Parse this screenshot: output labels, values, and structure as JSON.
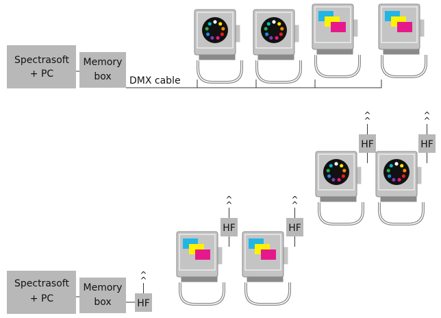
{
  "top_setup": {
    "source_label_line1": "Spectrasoft",
    "source_label_line2": "+ PC",
    "memory_label_line1": "Memory",
    "memory_label_line2": "box",
    "cable_label": "DMX cable",
    "fixtures": [
      "color-wheel",
      "color-wheel",
      "cmy-filters",
      "cmy-filters"
    ]
  },
  "bottom_setup": {
    "source_label_line1": "Spectrasoft",
    "source_label_line2": "+ PC",
    "memory_label_line1": "Memory",
    "memory_label_line2": "box",
    "hf_label": "HF",
    "antenna_symbol": "^",
    "fixtures": [
      "cmy-filters",
      "cmy-filters",
      "color-wheel",
      "color-wheel"
    ]
  },
  "colors": {
    "box_fill": "#b8b8b8",
    "fixture_body": "#c4c4c4",
    "fixture_dark": "#8a8a8a",
    "fixture_line": "#ffffff",
    "lens_black": "#111111",
    "cyan": "#22b5e6",
    "yellow": "#fff200",
    "magenta": "#e6198c",
    "wire": "#333333"
  },
  "wheel_dot_colors": [
    "#ffffff",
    "#ffe600",
    "#ff8800",
    "#e61e1e",
    "#e6198c",
    "#7a3fb0",
    "#1e88e5",
    "#2bb04a",
    "#00c2c2"
  ]
}
